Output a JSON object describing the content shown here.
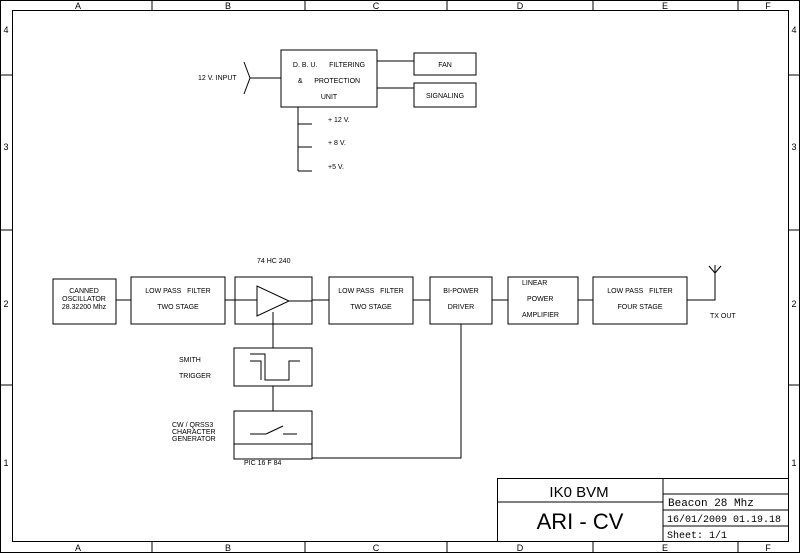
{
  "border": {
    "columns": [
      "A",
      "B",
      "C",
      "D",
      "E",
      "F"
    ],
    "rows": [
      "4",
      "3",
      "2",
      "1"
    ]
  },
  "power_section": {
    "input_label": "12 V.  INPUT",
    "dbu_box": {
      "line1": "D. B. U.      FILTERING",
      "line2": "&      PROTECTION",
      "line3": "UNIT"
    },
    "fan_label": "FAN",
    "signaling_label": "SIGNALING",
    "rails": [
      "+ 12 V.",
      "+ 8 V.",
      "+5 V."
    ]
  },
  "rf_chain": {
    "oscillator": {
      "line1": "CANNED",
      "line2": "OSCILLATOR",
      "line3": "28.32200 Mhz"
    },
    "lpf1": {
      "line1": "LOW PASS   FILTER",
      "line2": "TWO STAGE"
    },
    "buffer_label": "74 HC 240",
    "lpf2": {
      "line1": "LOW PASS   FILTER",
      "line2": "TWO STAGE"
    },
    "driver": {
      "line1": "BI-POWER",
      "line2": "DRIVER"
    },
    "amplifier": {
      "line1": "LINEAR",
      "line2": "POWER",
      "line3": "AMPLIFIER"
    },
    "lpf3": {
      "line1": "LOW PASS   FILTER",
      "line2": "FOUR STAGE"
    },
    "tx_out_label": "TX OUT"
  },
  "control": {
    "smith_label_1": "SMITH",
    "smith_label_2": "TRIGGER",
    "cw_label_1": "CW / QRSS3",
    "cw_label_2": "CHARACTER",
    "cw_label_3": "GENERATOR",
    "pic_label": "PIC 16 F 84"
  },
  "title_block": {
    "callsign": "IK0 BVM",
    "org": "ARI - CV",
    "title": "Beacon 28 Mhz",
    "date": "16/01/2009 01.19.18",
    "sheet": "Sheet: 1/1"
  }
}
